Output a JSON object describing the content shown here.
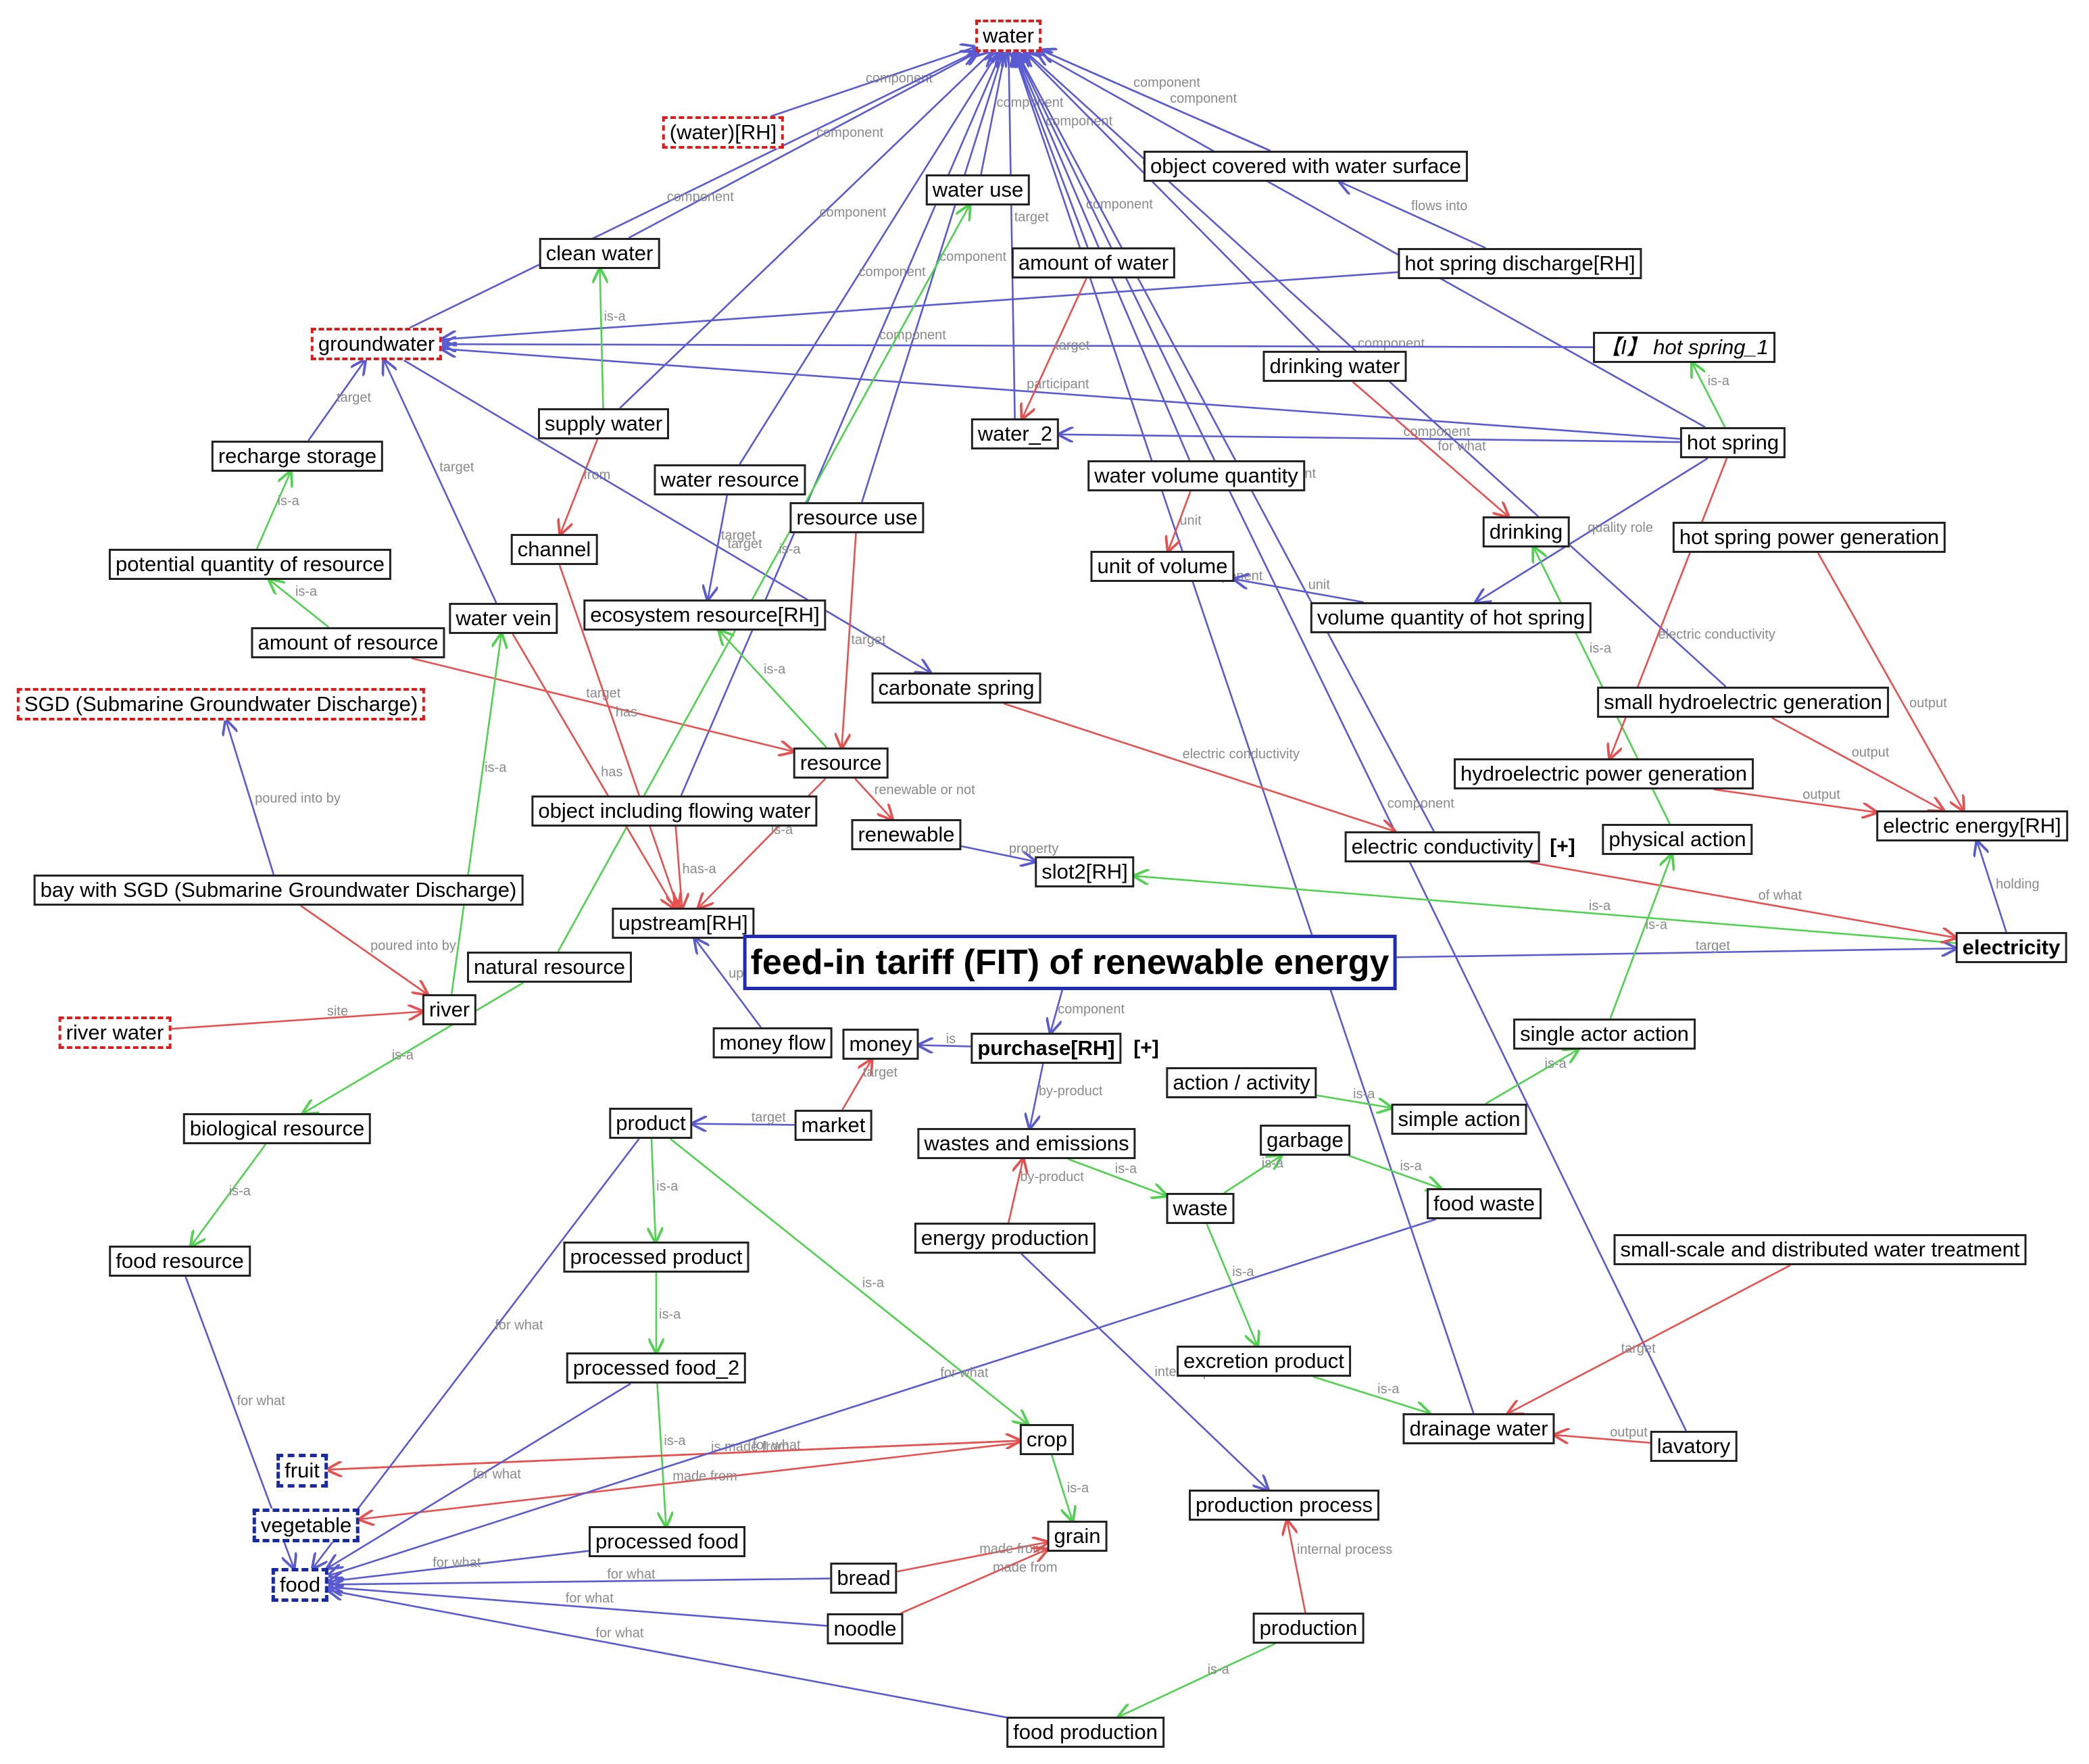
{
  "colors": {
    "blue_edge": "#5a5ad2",
    "red_edge": "#e85050",
    "green_edge": "#4fd24f",
    "red_box": "#dd1c1c",
    "blue_box": "#1a2aa0",
    "main_box": "#1f2bb5"
  },
  "nodes": {
    "water": "water",
    "water_rh": "(water)[RH]",
    "water_use": "water use",
    "object_covered": "object covered with water surface",
    "clean_water": "clean water",
    "amount_of_water": "amount of water",
    "hot_spring_discharge": "hot spring discharge[RH]",
    "groundwater": "groundwater",
    "hot_spring_1": "【I】 hot spring_1",
    "drinking_water": "drinking water",
    "supply_water": "supply water",
    "water_2": "water_2",
    "hot_spring": "hot spring",
    "recharge_storage": "recharge storage",
    "water_resource": "water resource",
    "water_volume_quantity": "water volume quantity",
    "channel": "channel",
    "resource_use": "resource use",
    "drinking": "drinking",
    "hot_spring_power": "hot spring power generation",
    "potential_quantity": "potential quantity of resource",
    "unit_of_volume": "unit of volume",
    "water_vein": "water vein",
    "ecosystem_resource": "ecosystem resource[RH]",
    "volume_hot_spring": "volume quantity of hot spring",
    "amount_of_resource": "amount of resource",
    "carbonate_spring": "carbonate spring",
    "small_hydro": "small hydroelectric generation",
    "sgd": "SGD (Submarine Groundwater Discharge)",
    "resource": "resource",
    "hydro_power": "hydroelectric power generation",
    "object_flowing": "object including flowing water",
    "renewable": "renewable",
    "electric_conductivity": "electric conductivity",
    "physical_action": "physical action",
    "electric_energy": "electric energy[RH]",
    "slot2": "slot2[RH]",
    "bay_sgd": "bay with SGD (Submarine Groundwater Discharge)",
    "upstream": "upstream[RH]",
    "fit": "feed-in tariff (FIT) of renewable energy",
    "electricity": "electricity",
    "natural_resource": "natural resource",
    "river": "river",
    "river_water": "river water",
    "money_flow": "money flow",
    "money": "money",
    "purchase": "purchase[RH]",
    "single_actor_action": "single actor action",
    "action_activity": "action / activity",
    "simple_action": "simple action",
    "biological_resource": "biological resource",
    "product": "product",
    "market": "market",
    "wastes_emissions": "wastes and emissions",
    "garbage": "garbage",
    "waste": "waste",
    "food_waste": "food waste",
    "energy_production": "energy production",
    "food_resource": "food resource",
    "processed_product": "processed product",
    "small_scale_treatment": "small-scale and distributed water treatment",
    "processed_food_2": "processed food_2",
    "excretion_product": "excretion product",
    "drainage_water": "drainage water",
    "lavatory": "lavatory",
    "crop": "crop",
    "fruit": "fruit",
    "vegetable": "vegetable",
    "production_process": "production process",
    "processed_food": "processed food",
    "grain": "grain",
    "bread": "bread",
    "food": "food",
    "noodle": "noodle",
    "production": "production",
    "food_production": "food production"
  },
  "plus_marks": {
    "purchase_plus": "[+]",
    "conductivity_plus": "[+]"
  },
  "edges": [
    {
      "from": "water_rh",
      "to": "water",
      "color": "blue",
      "label": "component"
    },
    {
      "from": "water_use",
      "to": "water",
      "color": "blue",
      "label": "component"
    },
    {
      "from": "object_covered",
      "to": "water",
      "color": "blue",
      "label": "component"
    },
    {
      "from": "object_covered",
      "to": "water",
      "color": "blue",
      "label": "component"
    },
    {
      "from": "clean_water",
      "to": "water",
      "color": "blue",
      "label": "component"
    },
    {
      "from": "amount_of_water",
      "to": "water",
      "color": "blue",
      "label": "component"
    },
    {
      "from": "groundwater",
      "to": "water",
      "color": "blue",
      "label": "component"
    },
    {
      "from": "supply_water",
      "to": "water",
      "color": "blue",
      "label": "component"
    },
    {
      "from": "drinking_water",
      "to": "water",
      "color": "blue",
      "label": "component"
    },
    {
      "from": "water_resource",
      "to": "water",
      "color": "blue",
      "label": "component"
    },
    {
      "from": "water_2",
      "to": "water",
      "color": "blue",
      "label": "target"
    },
    {
      "from": "water_volume_quantity",
      "to": "water",
      "color": "blue",
      "label": "component"
    },
    {
      "from": "hot_spring",
      "to": "water",
      "color": "blue",
      "label": "component"
    },
    {
      "from": "resource_use",
      "to": "water",
      "color": "blue",
      "label": "component"
    },
    {
      "from": "object_flowing",
      "to": "water",
      "color": "blue",
      "label": "component"
    },
    {
      "from": "electric_conductivity",
      "to": "water",
      "color": "blue",
      "label": "component"
    },
    {
      "from": "small_hydro",
      "to": "water",
      "color": "blue",
      "label": "component"
    },
    {
      "from": "drainage_water",
      "to": "water",
      "color": "blue",
      "label": "component"
    },
    {
      "from": "lavatory",
      "to": "water",
      "color": "blue",
      "label": "component"
    },
    {
      "from": "hot_spring_discharge",
      "to": "object_covered",
      "color": "blue",
      "label": "flows into"
    },
    {
      "from": "hot_spring_discharge",
      "to": "groundwater",
      "color": "blue",
      "label": ""
    },
    {
      "from": "hot_spring_1",
      "to": "groundwater",
      "color": "blue",
      "label": ""
    },
    {
      "from": "hot_spring",
      "to": "groundwater",
      "color": "blue",
      "label": "participant"
    },
    {
      "from": "hot_spring",
      "to": "hot_spring_1",
      "color": "green",
      "label": "is-a"
    },
    {
      "from": "hot_spring",
      "to": "water_2",
      "color": "blue",
      "label": "component"
    },
    {
      "from": "hot_spring",
      "to": "volume_hot_spring",
      "color": "blue",
      "label": "quality role"
    },
    {
      "from": "supply_water",
      "to": "clean_water",
      "color": "green",
      "label": "is-a"
    },
    {
      "from": "supply_water",
      "to": "channel",
      "color": "red",
      "label": "from"
    },
    {
      "from": "amount_of_water",
      "to": "water_2",
      "color": "red",
      "label": "target"
    },
    {
      "from": "water_volume_quantity",
      "to": "unit_of_volume",
      "color": "red",
      "label": "unit"
    },
    {
      "from": "volume_hot_spring",
      "to": "unit_of_volume",
      "color": "blue",
      "label": "unit"
    },
    {
      "from": "drinking_water",
      "to": "drinking",
      "color": "red",
      "label": "for what"
    },
    {
      "from": "physical_action",
      "to": "drinking",
      "color": "green",
      "label": "is-a"
    },
    {
      "from": "recharge_storage",
      "to": "groundwater",
      "color": "blue",
      "label": "target"
    },
    {
      "from": "potential_quantity",
      "to": "recharge_storage",
      "color": "green",
      "label": "is-a"
    },
    {
      "from": "amount_of_resource",
      "to": "potential_quantity",
      "color": "green",
      "label": "is-a"
    },
    {
      "from": "amount_of_resource",
      "to": "resource",
      "color": "red",
      "label": "target"
    },
    {
      "from": "water_vein",
      "to": "groundwater",
      "color": "blue",
      "label": "target"
    },
    {
      "from": "groundwater",
      "to": "carbonate_spring",
      "color": "blue",
      "label": "target"
    },
    {
      "from": "water_resource",
      "to": "ecosystem_resource",
      "color": "blue",
      "label": "target"
    },
    {
      "from": "resource_use",
      "to": "resource",
      "color": "red",
      "label": "target"
    },
    {
      "from": "resource",
      "to": "ecosystem_resource",
      "color": "green",
      "label": "is-a"
    },
    {
      "from": "resource",
      "to": "renewable",
      "color": "red",
      "label": "renewable or not"
    },
    {
      "from": "natural_resource",
      "to": "water_use",
      "color": "green",
      "label": "is-a"
    },
    {
      "from": "river",
      "to": "water_vein",
      "color": "green",
      "label": "is-a"
    },
    {
      "from": "bay_sgd",
      "to": "sgd",
      "color": "blue",
      "label": "poured into by"
    },
    {
      "from": "bay_sgd",
      "to": "river",
      "color": "red",
      "label": "poured into by"
    },
    {
      "from": "river_water",
      "to": "river",
      "color": "red",
      "label": "site"
    },
    {
      "from": "channel",
      "to": "upstream",
      "color": "red",
      "label": "has"
    },
    {
      "from": "water_vein",
      "to": "upstream",
      "color": "red",
      "label": "has"
    },
    {
      "from": "object_flowing",
      "to": "upstream",
      "color": "red",
      "label": "has-a"
    },
    {
      "from": "resource",
      "to": "upstream",
      "color": "red",
      "label": "is-a"
    },
    {
      "from": "money_flow",
      "to": "upstream",
      "color": "blue",
      "label": "up"
    },
    {
      "from": "renewable",
      "to": "slot2",
      "color": "blue",
      "label": "property"
    },
    {
      "from": "electricity",
      "to": "slot2",
      "color": "green",
      "label": "is-a"
    },
    {
      "from": "fit",
      "to": "electricity",
      "color": "blue",
      "label": "target"
    },
    {
      "from": "fit",
      "to": "purchase",
      "color": "blue",
      "label": "component"
    },
    {
      "from": "carbonate_spring",
      "to": "electric_conductivity",
      "color": "red",
      "label": "electric conductivity"
    },
    {
      "from": "electric_conductivity",
      "to": "electricity",
      "color": "red",
      "label": "of what"
    },
    {
      "from": "hot_spring_power",
      "to": "electric_energy",
      "color": "red",
      "label": "output"
    },
    {
      "from": "small_hydro",
      "to": "electric_energy",
      "color": "red",
      "label": "output"
    },
    {
      "from": "hydro_power",
      "to": "electric_energy",
      "color": "red",
      "label": "output"
    },
    {
      "from": "hot_spring",
      "to": "hydro_power",
      "color": "red",
      "label": "electric conductivity"
    },
    {
      "from": "electricity",
      "to": "electric_energy",
      "color": "blue",
      "label": "holding"
    },
    {
      "from": "single_actor_action",
      "to": "physical_action",
      "color": "green",
      "label": "is-a"
    },
    {
      "from": "simple_action",
      "to": "single_actor_action",
      "color": "green",
      "label": "is-a"
    },
    {
      "from": "action_activity",
      "to": "simple_action",
      "color": "green",
      "label": "is-a"
    },
    {
      "from": "purchase",
      "to": "money",
      "color": "blue",
      "label": "is"
    },
    {
      "from": "market",
      "to": "money",
      "color": "red",
      "label": "target"
    },
    {
      "from": "market",
      "to": "product",
      "color": "blue",
      "label": "target"
    },
    {
      "from": "purchase",
      "to": "wastes_emissions",
      "color": "blue",
      "label": "by-product"
    },
    {
      "from": "energy_production",
      "to": "wastes_emissions",
      "color": "red",
      "label": "by-product"
    },
    {
      "from": "wastes_emissions",
      "to": "waste",
      "color": "green",
      "label": "is-a"
    },
    {
      "from": "garbage",
      "to": "food_waste",
      "color": "green",
      "label": "is-a"
    },
    {
      "from": "waste",
      "to": "garbage",
      "color": "green",
      "label": "is-a"
    },
    {
      "from": "waste",
      "to": "excretion_product",
      "color": "green",
      "label": "is-a"
    },
    {
      "from": "excretion_product",
      "to": "drainage_water",
      "color": "green",
      "label": "is-a"
    },
    {
      "from": "small_scale_treatment",
      "to": "drainage_water",
      "color": "red",
      "label": "target"
    },
    {
      "from": "lavatory",
      "to": "drainage_water",
      "color": "red",
      "label": "output"
    },
    {
      "from": "energy_production",
      "to": "production_process",
      "color": "blue",
      "label": "internal process"
    },
    {
      "from": "production",
      "to": "production_process",
      "color": "red",
      "label": "internal process"
    },
    {
      "from": "production",
      "to": "food_production",
      "color": "green",
      "label": "is-a"
    },
    {
      "from": "biological_resource",
      "to": "food_resource",
      "color": "green",
      "label": "is-a"
    },
    {
      "from": "natural_resource",
      "to": "biological_resource",
      "color": "green",
      "label": "is-a"
    },
    {
      "from": "food_resource",
      "to": "food",
      "color": "blue",
      "label": "for what"
    },
    {
      "from": "product",
      "to": "processed_product",
      "color": "green",
      "label": "is-a"
    },
    {
      "from": "processed_product",
      "to": "processed_food_2",
      "color": "green",
      "label": "is-a"
    },
    {
      "from": "processed_food_2",
      "to": "processed_food",
      "color": "green",
      "label": "is-a"
    },
    {
      "from": "product",
      "to": "crop",
      "color": "green",
      "label": "is-a"
    },
    {
      "from": "crop",
      "to": "grain",
      "color": "green",
      "label": "is-a"
    },
    {
      "from": "crop",
      "to": "fruit",
      "color": "red",
      "label": "is made from"
    },
    {
      "from": "crop",
      "to": "vegetable",
      "color": "red",
      "label": "made from"
    },
    {
      "from": "fruit",
      "to": "crop",
      "color": "red",
      "label": "for what"
    },
    {
      "from": "product",
      "to": "food",
      "color": "blue",
      "label": "for what"
    },
    {
      "from": "processed_food_2",
      "to": "food",
      "color": "blue",
      "label": "for what"
    },
    {
      "from": "processed_food",
      "to": "food",
      "color": "blue",
      "label": "for what"
    },
    {
      "from": "bread",
      "to": "food",
      "color": "blue",
      "label": "for what"
    },
    {
      "from": "noodle",
      "to": "food",
      "color": "blue",
      "label": "for what"
    },
    {
      "from": "food_production",
      "to": "food",
      "color": "blue",
      "label": "for what"
    },
    {
      "from": "food_waste",
      "to": "food",
      "color": "blue",
      "label": "for what"
    },
    {
      "from": "bread",
      "to": "grain",
      "color": "red",
      "label": "made from"
    },
    {
      "from": "noodle",
      "to": "grain",
      "color": "red",
      "label": "made from"
    }
  ]
}
